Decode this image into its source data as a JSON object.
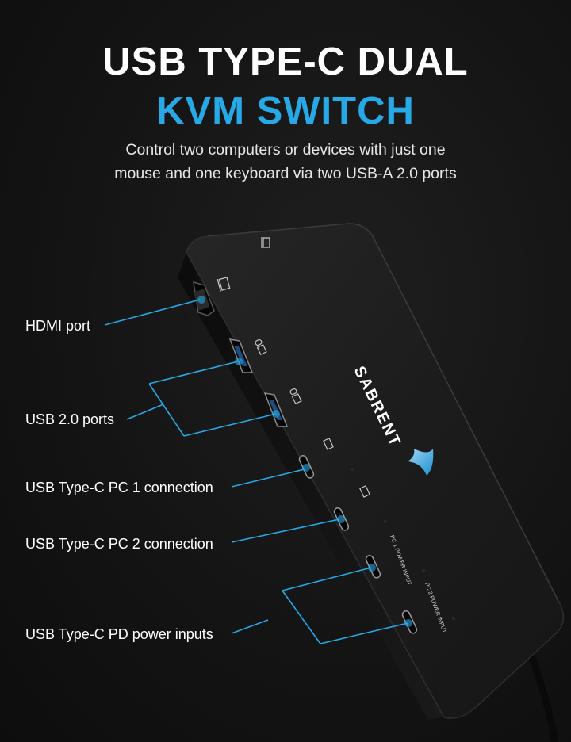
{
  "header": {
    "title_line1": "USB TYPE-C DUAL",
    "title_line2": "KVM SWITCH",
    "subtitle_line1": "Control two computers or devices with just one",
    "subtitle_line2": "mouse and one keyboard via two USB-A 2.0 ports"
  },
  "device": {
    "brand": "SABRENT",
    "port_label_pc1": "PC 1 POWER INPUT",
    "port_label_pc2": "PC 2 POWER INPUT"
  },
  "callouts": [
    {
      "label": "HDMI port"
    },
    {
      "label": "USB 2.0 ports"
    },
    {
      "label": "USB Type-C PC 1 connection"
    },
    {
      "label": "USB Type-C PC 2 connection"
    },
    {
      "label": "USB Type-C PD power inputs"
    }
  ],
  "colors": {
    "accent": "#27a9e8",
    "background": "#121212",
    "text": "#ffffff"
  }
}
